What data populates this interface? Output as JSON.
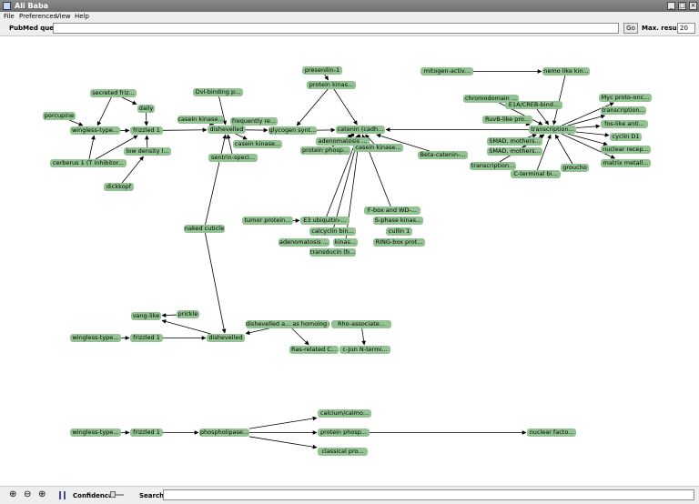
{
  "window": {
    "title": "Ali Baba",
    "min": "_",
    "max": "□",
    "close": "×"
  },
  "menu": [
    "File",
    "Preferences",
    "View",
    "Help"
  ],
  "toolbar": {
    "query_label": "PubMed query:",
    "query_value": "",
    "go_label": "Go",
    "max_results_label": "Max. results",
    "max_results_value": "20"
  },
  "graph": {
    "nodes": [
      {
        "id": "n1",
        "label": "presenilin-1"
      },
      {
        "id": "n2",
        "label": "protein kinas..."
      },
      {
        "id": "n3",
        "label": "mitogen-activ..."
      },
      {
        "id": "n4",
        "label": "nemo like kin..."
      },
      {
        "id": "n5",
        "label": "secreted friz..."
      },
      {
        "id": "n6",
        "label": "Dvl-binding p..."
      },
      {
        "id": "n7",
        "label": "chromodomain ..."
      },
      {
        "id": "n8",
        "label": "Myc proto-onc..."
      },
      {
        "id": "n9",
        "label": "daily"
      },
      {
        "id": "n10",
        "label": "E1A/CREB-bind..."
      },
      {
        "id": "n11",
        "label": "transcription..."
      },
      {
        "id": "n12",
        "label": "porcupine"
      },
      {
        "id": "n13",
        "label": "casein kinase..."
      },
      {
        "id": "n14",
        "label": "frequently re..."
      },
      {
        "id": "n15",
        "label": "RuvB-like pro..."
      },
      {
        "id": "n16",
        "label": "fos-like anti..."
      },
      {
        "id": "n17",
        "label": "wingless-type..."
      },
      {
        "id": "n18",
        "label": "frizzled 1"
      },
      {
        "id": "n19",
        "label": "dishevelled"
      },
      {
        "id": "n20",
        "label": "glycogen synt..."
      },
      {
        "id": "n21",
        "label": "catenin (cadh..."
      },
      {
        "id": "n22",
        "label": "transcription..."
      },
      {
        "id": "n23",
        "label": "cyclin D1"
      },
      {
        "id": "n24",
        "label": "adenomatosis ..."
      },
      {
        "id": "n25",
        "label": "SMAD, mothers..."
      },
      {
        "id": "n26",
        "label": "casein kinase..."
      },
      {
        "id": "n27",
        "label": "low density l..."
      },
      {
        "id": "n28",
        "label": "protein phosp..."
      },
      {
        "id": "n29",
        "label": "casein kinase..."
      },
      {
        "id": "n30",
        "label": "SMAD, mothers..."
      },
      {
        "id": "n31",
        "label": "nuclear recep..."
      },
      {
        "id": "n32",
        "label": "sentrin-speci..."
      },
      {
        "id": "n33",
        "label": "Beta-catenin-..."
      },
      {
        "id": "n34",
        "label": "cerberus 1 (T inhibitor..."
      },
      {
        "id": "n35",
        "label": "transcription..."
      },
      {
        "id": "n36",
        "label": "groucho"
      },
      {
        "id": "n37",
        "label": "matrix metall..."
      },
      {
        "id": "n38",
        "label": "C-terminal bi..."
      },
      {
        "id": "n39",
        "label": "dickkopf"
      },
      {
        "id": "n40",
        "label": "F-box and WD-..."
      },
      {
        "id": "n41",
        "label": "tumor protein..."
      },
      {
        "id": "n42",
        "label": "E3 ubiquitin-..."
      },
      {
        "id": "n43",
        "label": "S-phase kinas..."
      },
      {
        "id": "n44",
        "label": "naked cuticle"
      },
      {
        "id": "n45",
        "label": "calcyclin bin..."
      },
      {
        "id": "n46",
        "label": "cullin 1"
      },
      {
        "id": "n47",
        "label": "adenomatosis ..."
      },
      {
        "id": "n48",
        "label": "kinas..."
      },
      {
        "id": "n49",
        "label": "RING-box prot..."
      },
      {
        "id": "n50",
        "label": "transducin (b..."
      },
      {
        "id": "n51",
        "label": "prickle"
      },
      {
        "id": "n52",
        "label": "vang-like"
      },
      {
        "id": "n53",
        "label": "dishevelled a... as homolog g..."
      },
      {
        "id": "n54",
        "label": "Rho-associate..."
      },
      {
        "id": "n55",
        "label": "wingless-type..."
      },
      {
        "id": "n56",
        "label": "frizzled 1"
      },
      {
        "id": "n57",
        "label": "dishevelled"
      },
      {
        "id": "n58",
        "label": "Ras-related C..."
      },
      {
        "id": "n59",
        "label": "c-Jun N-termi..."
      },
      {
        "id": "n60",
        "label": "calcium/calmo..."
      },
      {
        "id": "n61",
        "label": "wingless-type..."
      },
      {
        "id": "n62",
        "label": "frizzled 1"
      },
      {
        "id": "n63",
        "label": "phospholipase..."
      },
      {
        "id": "n64",
        "label": "protein phosp..."
      },
      {
        "id": "n65",
        "label": "nuclear facto..."
      },
      {
        "id": "n66",
        "label": "classical pro..."
      }
    ],
    "edges": [
      [
        "n1",
        "n2"
      ],
      [
        "n2",
        "n20"
      ],
      [
        "n2",
        "n21"
      ],
      [
        "n3",
        "n4"
      ],
      [
        "n4",
        "n22"
      ],
      [
        "n5",
        "n17"
      ],
      [
        "n5",
        "n9"
      ],
      [
        "n12",
        "n17"
      ],
      [
        "n17",
        "n18"
      ],
      [
        "n9",
        "n18"
      ],
      [
        "n34",
        "n17"
      ],
      [
        "n39",
        "n27"
      ],
      [
        "n27",
        "n18"
      ],
      [
        "n34",
        "n18"
      ],
      [
        "n18",
        "n19"
      ],
      [
        "n6",
        "n19"
      ],
      [
        "n13",
        "n19"
      ],
      [
        "n14",
        "n19"
      ],
      [
        "n19",
        "n26"
      ],
      [
        "n19",
        "n20"
      ],
      [
        "n32",
        "n19"
      ],
      [
        "n20",
        "n21"
      ],
      [
        "n21",
        "n24"
      ],
      [
        "n24",
        "n21"
      ],
      [
        "n29",
        "n21"
      ],
      [
        "n28",
        "n21"
      ],
      [
        "n33",
        "n21"
      ],
      [
        "n22",
        "n21"
      ],
      [
        "n7",
        "n22"
      ],
      [
        "n10",
        "n22"
      ],
      [
        "n15",
        "n22"
      ],
      [
        "n25",
        "n22"
      ],
      [
        "n30",
        "n22"
      ],
      [
        "n35",
        "n22"
      ],
      [
        "n38",
        "n22"
      ],
      [
        "n36",
        "n22"
      ],
      [
        "n22",
        "n8"
      ],
      [
        "n22",
        "n11"
      ],
      [
        "n22",
        "n16"
      ],
      [
        "n22",
        "n23"
      ],
      [
        "n22",
        "n31"
      ],
      [
        "n22",
        "n37"
      ],
      [
        "n41",
        "n42"
      ],
      [
        "n42",
        "n21"
      ],
      [
        "n45",
        "n21"
      ],
      [
        "n48",
        "n21"
      ],
      [
        "n40",
        "n21"
      ],
      [
        "n44",
        "n19"
      ],
      [
        "n44",
        "n57"
      ],
      [
        "n55",
        "n56"
      ],
      [
        "n56",
        "n57"
      ],
      [
        "n51",
        "n52"
      ],
      [
        "n57",
        "n52"
      ],
      [
        "n53",
        "n57"
      ],
      [
        "n53",
        "n58"
      ],
      [
        "n54",
        "n59"
      ],
      [
        "n61",
        "n62"
      ],
      [
        "n62",
        "n63"
      ],
      [
        "n63",
        "n60"
      ],
      [
        "n63",
        "n64"
      ],
      [
        "n63",
        "n66"
      ],
      [
        "n64",
        "n65"
      ]
    ]
  },
  "bottom": {
    "confidence_label": "Confidence:",
    "search_label": "Search:",
    "search_value": ""
  }
}
